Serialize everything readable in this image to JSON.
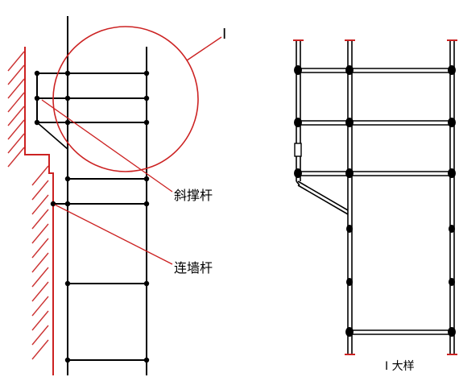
{
  "labels": {
    "detail_marker": "I",
    "label_upper": "斜撑杆",
    "label_lower": "连墙杆",
    "detail_caption": "I 大样"
  },
  "colors": {
    "frame": "#000000",
    "annotation": "#cc0000",
    "background": "#ffffff"
  }
}
